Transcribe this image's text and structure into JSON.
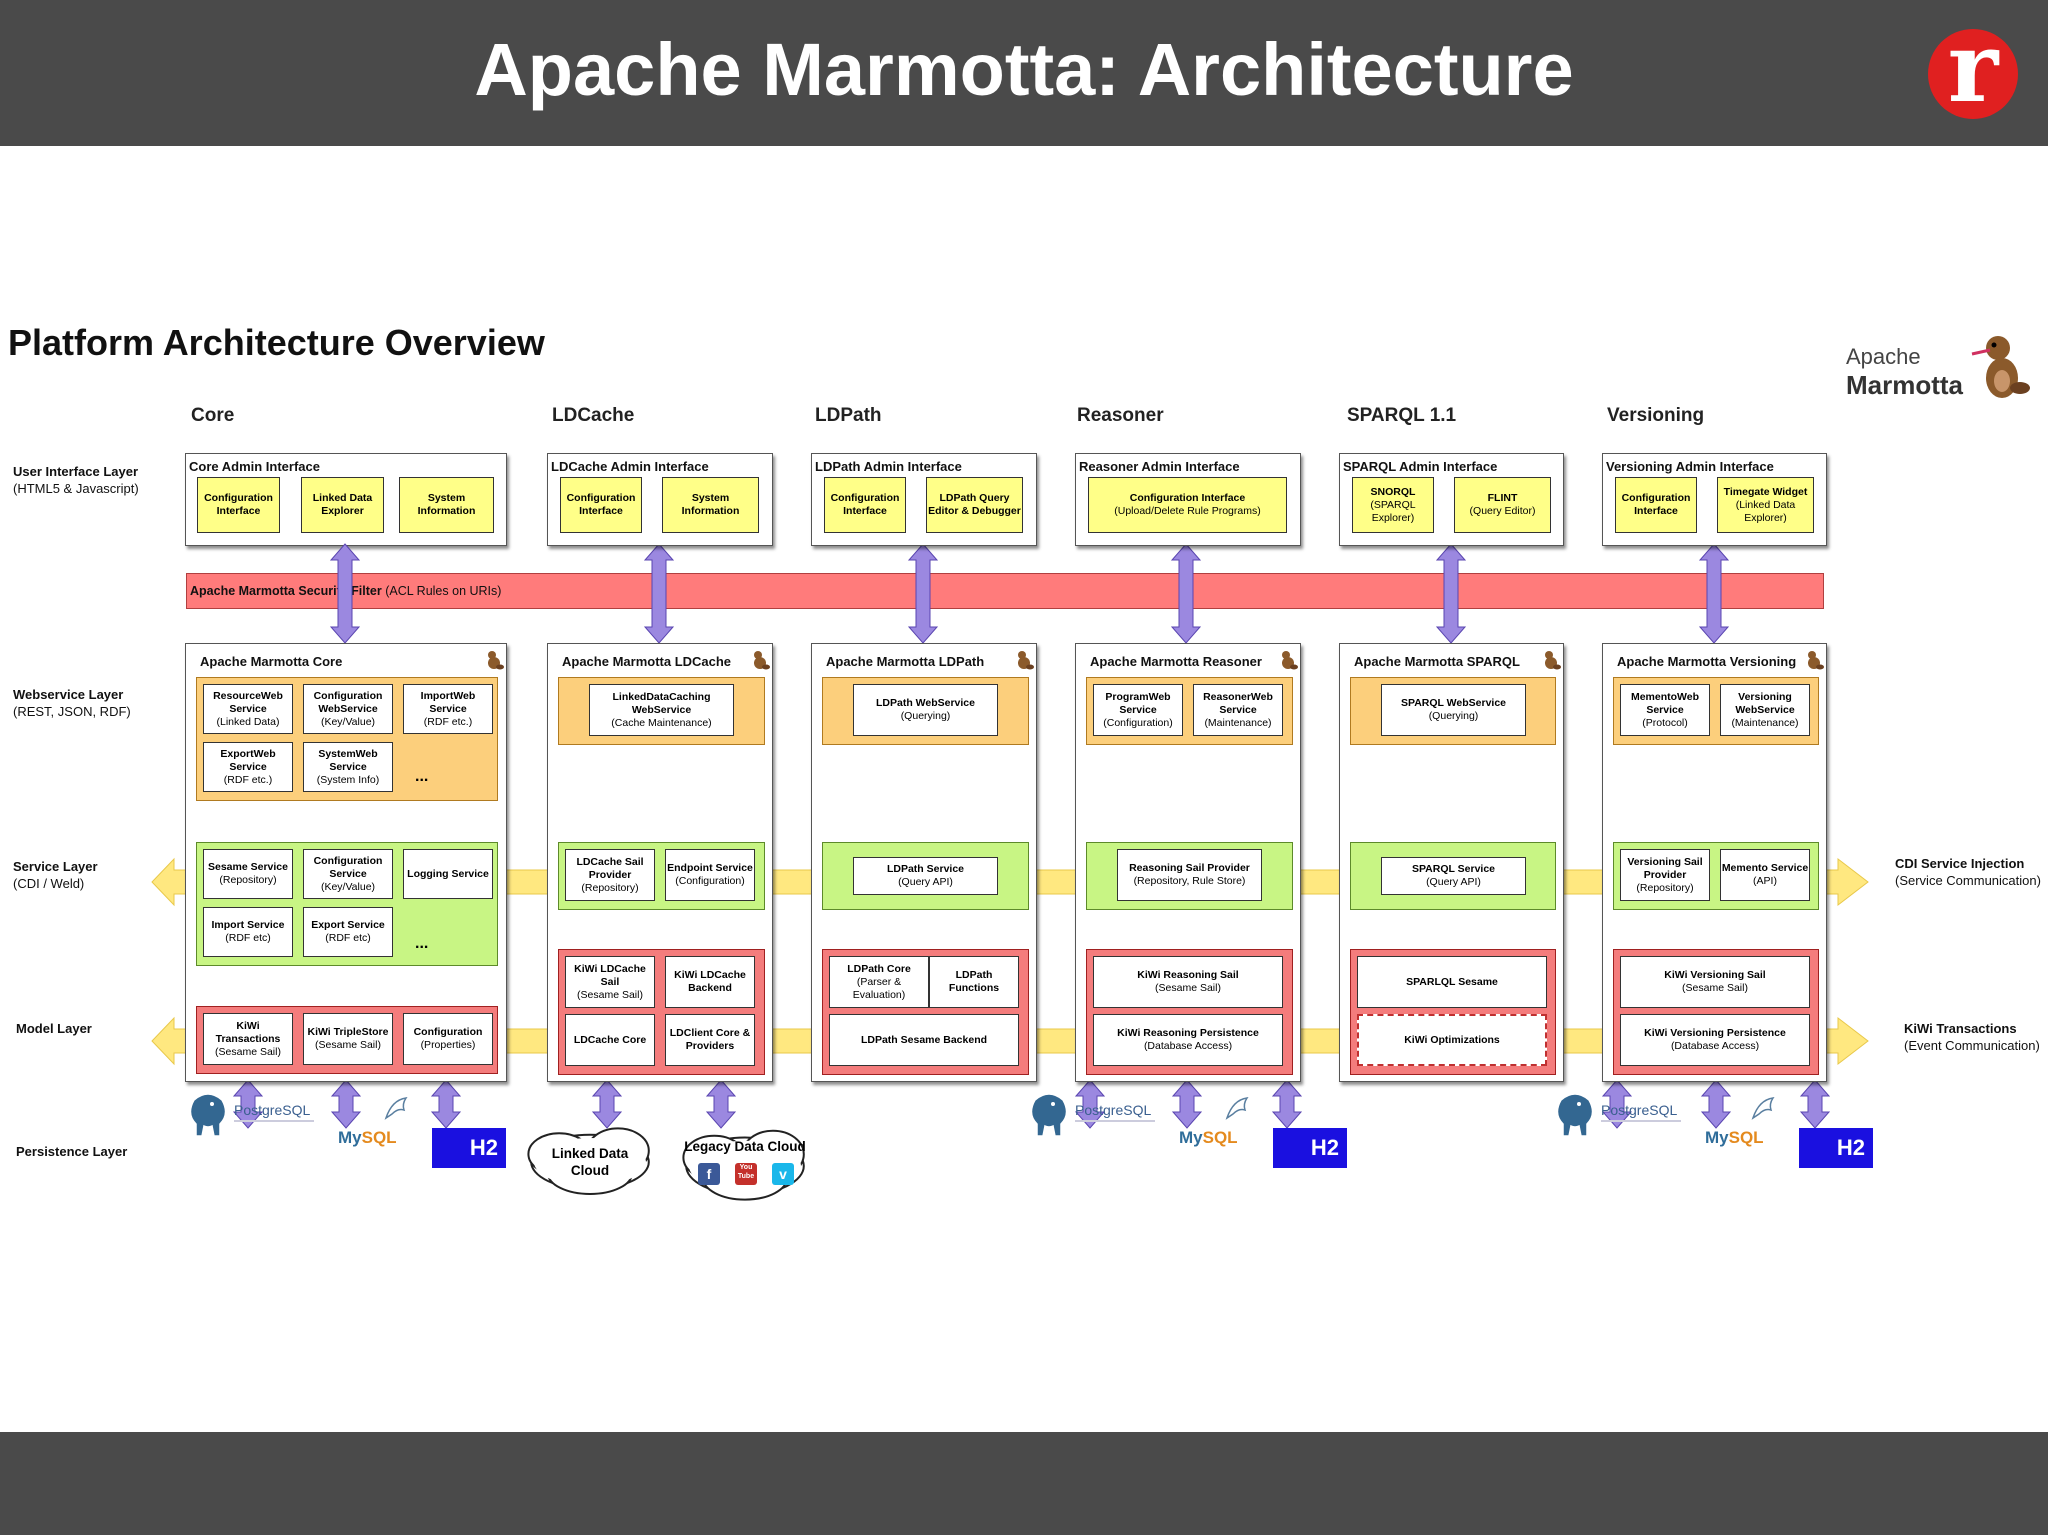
{
  "header": {
    "title": "Apache Marmotta: Architecture",
    "logo_letter": "r"
  },
  "diagram": {
    "heading": "Platform Architecture Overview",
    "brand": {
      "line1": "Apache",
      "line2": "Marmotta"
    },
    "columns": [
      "Core",
      "LDCache",
      "LDPath",
      "Reasoner",
      "SPARQL 1.1",
      "Versioning"
    ],
    "layers": {
      "ui": {
        "name": "User Interface Layer",
        "sub": "(HTML5 & Javascript)"
      },
      "ws": {
        "name": "Webservice Layer",
        "sub": "(REST, JSON, RDF)"
      },
      "svc": {
        "name": "Service Layer",
        "sub": "(CDI / Weld)"
      },
      "model": {
        "name": "Model Layer",
        "sub": ""
      },
      "persist": {
        "name": "Persistence Layer",
        "sub": ""
      }
    },
    "side": {
      "cdi": {
        "name": "CDI Service Injection",
        "sub": "(Service Communication)"
      },
      "kiwi": {
        "name": "KiWi Transactions",
        "sub": "(Event Communication)"
      }
    },
    "security": {
      "name": "Apache Marmotta Security Filter",
      "rest": " (ACL Rules on URIs)"
    },
    "ui_panels": {
      "core": {
        "title": "Core Admin Interface",
        "boxes": [
          {
            "n": "Configuration Interface"
          },
          {
            "n": "Linked Data Explorer"
          },
          {
            "n": "System Information"
          }
        ]
      },
      "ldcache": {
        "title": "LDCache Admin Interface",
        "boxes": [
          {
            "n": "Configuration Interface"
          },
          {
            "n": "System Information"
          }
        ]
      },
      "ldpath": {
        "title": "LDPath Admin Interface",
        "boxes": [
          {
            "n": "Configuration Interface"
          },
          {
            "n": "LDPath Query Editor & Debugger"
          }
        ]
      },
      "reasoner": {
        "title": "Reasoner Admin Interface",
        "boxes": [
          {
            "n": "Configuration Interface",
            "s": "(Upload/Delete Rule Programs)"
          }
        ]
      },
      "sparql": {
        "title": "SPARQL Admin Interface",
        "boxes": [
          {
            "n": "SNORQL",
            "s": "(SPARQL Explorer)"
          },
          {
            "n": "FLINT",
            "s": "(Query Editor)"
          }
        ]
      },
      "versioning": {
        "title": "Versioning Admin Interface",
        "boxes": [
          {
            "n": "Configuration Interface"
          },
          {
            "n": "Timegate Widget",
            "s": "(Linked Data Explorer)"
          }
        ]
      }
    },
    "modules": {
      "core": {
        "title": "Apache Marmotta Core",
        "ws": [
          {
            "n": "ResourceWeb Service",
            "s": "(Linked Data)"
          },
          {
            "n": "Configuration WebService",
            "s": "(Key/Value)"
          },
          {
            "n": "ImportWeb Service",
            "s": "(RDF etc.)"
          },
          {
            "n": "ExportWeb Service",
            "s": "(RDF etc.)"
          },
          {
            "n": "SystemWeb Service",
            "s": "(System Info)"
          }
        ],
        "svc": [
          {
            "n": "Sesame Service",
            "s": "(Repository)"
          },
          {
            "n": "Configuration Service",
            "s": "(Key/Value)"
          },
          {
            "n": "Logging Service"
          },
          {
            "n": "Import Service",
            "s": "(RDF etc)"
          },
          {
            "n": "Export Service",
            "s": "(RDF etc)"
          }
        ],
        "model": [
          {
            "n": "KiWi Transactions",
            "s": "(Sesame Sail)"
          },
          {
            "n": "KiWi TripleStore",
            "s": "(Sesame Sail)"
          },
          {
            "n": "Configuration",
            "s": "(Properties)"
          }
        ],
        "dots": "..."
      },
      "ldcache": {
        "title": "Apache Marmotta LDCache",
        "ws": [
          {
            "n": "LinkedDataCaching WebService",
            "s": "(Cache Maintenance)"
          }
        ],
        "svc": [
          {
            "n": "LDCache Sail Provider",
            "s": "(Repository)"
          },
          {
            "n": "Endpoint Service",
            "s": "(Configuration)"
          }
        ],
        "model": [
          {
            "n": "KiWi LDCache Sail",
            "s": "(Sesame Sail)"
          },
          {
            "n": "KiWi LDCache Backend"
          },
          {
            "n": "LDCache Core"
          },
          {
            "n": "LDClient Core & Providers"
          }
        ]
      },
      "ldpath": {
        "title": "Apache Marmotta LDPath",
        "ws": [
          {
            "n": "LDPath WebService",
            "s": "(Querying)"
          }
        ],
        "svc": [
          {
            "n": "LDPath Service",
            "s": "(Query API)"
          }
        ],
        "model": [
          {
            "n": "LDPath Core",
            "s": "(Parser & Evaluation)"
          },
          {
            "n": "LDPath Functions"
          },
          {
            "n": "LDPath Sesame Backend"
          }
        ]
      },
      "reasoner": {
        "title": "Apache Marmotta Reasoner",
        "ws": [
          {
            "n": "ProgramWeb Service",
            "s": "(Configuration)"
          },
          {
            "n": "ReasonerWeb Service",
            "s": "(Maintenance)"
          }
        ],
        "svc": [
          {
            "n": "Reasoning Sail Provider",
            "s": "(Repository, Rule Store)"
          }
        ],
        "model": [
          {
            "n": "KiWi Reasoning Sail",
            "s": "(Sesame Sail)"
          },
          {
            "n": "KiWi Reasoning Persistence",
            "s": "(Database Access)"
          }
        ]
      },
      "sparql": {
        "title": "Apache Marmotta SPARQL",
        "ws": [
          {
            "n": "SPARQL WebService",
            "s": "(Querying)"
          }
        ],
        "svc": [
          {
            "n": "SPARQL Service",
            "s": "(Query API)"
          }
        ],
        "model": [
          {
            "n": "SPARLQL Sesame"
          },
          {
            "n": "KiWi Optimizations"
          }
        ]
      },
      "versioning": {
        "title": "Apache Marmotta Versioning",
        "ws": [
          {
            "n": "MementoWeb Service",
            "s": "(Protocol)"
          },
          {
            "n": "Versioning WebService",
            "s": "(Maintenance)"
          }
        ],
        "svc": [
          {
            "n": "Versioning Sail Provider",
            "s": "(Repository)"
          },
          {
            "n": "Memento Service",
            "s": "(API)"
          }
        ],
        "model": [
          {
            "n": "KiWi Versioning Sail",
            "s": "(Sesame Sail)"
          },
          {
            "n": "KiWi Versioning Persistence",
            "s": "(Database Access)"
          }
        ]
      }
    },
    "persistence": {
      "postgres": "PostgreSQL",
      "mysql_a": "My",
      "mysql_b": "SQL",
      "h2": "H2",
      "linked_cloud": "Linked Data Cloud",
      "legacy_cloud": "Legacy Data Cloud",
      "social": [
        "f",
        "You Tube",
        "v"
      ]
    },
    "colors": {
      "arrow": "#9b88e0",
      "arrow_stroke": "#5a45b0",
      "flow": "#ffe880",
      "security": "#ff7b7b",
      "orange_group": "#fccf7c",
      "green_group": "#c8f584",
      "red_group": "#f47c7c",
      "yellow_box": "#ffff88",
      "h2": "#1a10e0"
    }
  }
}
